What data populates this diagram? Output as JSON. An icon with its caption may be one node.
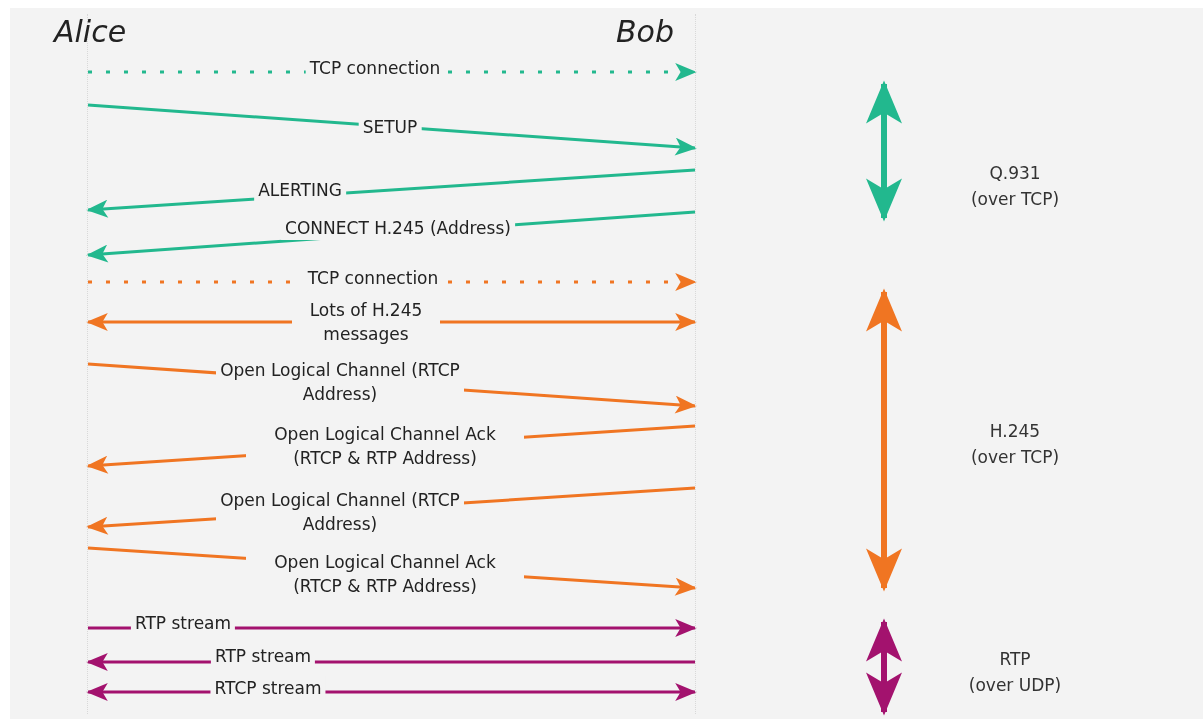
{
  "diagram": {
    "nodes": [
      {
        "text": [
          "Alice"
        ]
      },
      {
        "text": [
          "Bob"
        ]
      }
    ],
    "edges": [
      {
        "from": 0,
        "to": 1,
        "arrow": "to",
        "label": "TCP connection",
        "style": "dashed",
        "color": "#22b88e"
      },
      {
        "from": 0,
        "to": 1,
        "arrow": "to",
        "label": "SETUP",
        "color": "#22b88e"
      },
      {
        "from": 1,
        "to": 0,
        "arrow": "to",
        "label": "ALERTING",
        "color": "#22b88e"
      },
      {
        "from": 1,
        "to": 0,
        "arrow": "to",
        "label": "CONNECT H.245 (Address)",
        "color": "#22b88e"
      },
      {
        "from": 0,
        "to": 1,
        "arrow": "to",
        "label": "TCP connection",
        "style": "dashed"
      },
      {
        "from": 0,
        "to": 1,
        "arrow": "both",
        "label": "Lots of H.245 messages"
      },
      {
        "from": 0,
        "to": 1,
        "arrow": "to",
        "label": "Open Logical Channel (RTCP Address)"
      },
      {
        "from": 1,
        "to": 0,
        "arrow": "to",
        "label": "Open Logical Channel Ack (RTCP & RTP Address)"
      },
      {
        "from": 1,
        "to": 0,
        "arrow": "to",
        "label": "Open Logical Channel (RTCP Address)"
      },
      {
        "from": 0,
        "to": 1,
        "arrow": "to",
        "label": "Open Logical Channel Ack (RTCP & RTP Address)"
      },
      {
        "from": 0,
        "to": 1,
        "arrow": "to",
        "label": "RTP stream",
        "color": "#a3126e"
      },
      {
        "from": 1,
        "to": 0,
        "arrow": "to",
        "label": "RTP stream",
        "color": "#a3126e"
      },
      {
        "from": 0,
        "to": 1,
        "arrow": "both",
        "label": "RTCP stream",
        "color": "#a3126e"
      }
    ],
    "labels": [
      "Q.931 (over TCP)",
      "H.245 (over TCP)",
      "RTP (over UDP)"
    ]
  }
}
